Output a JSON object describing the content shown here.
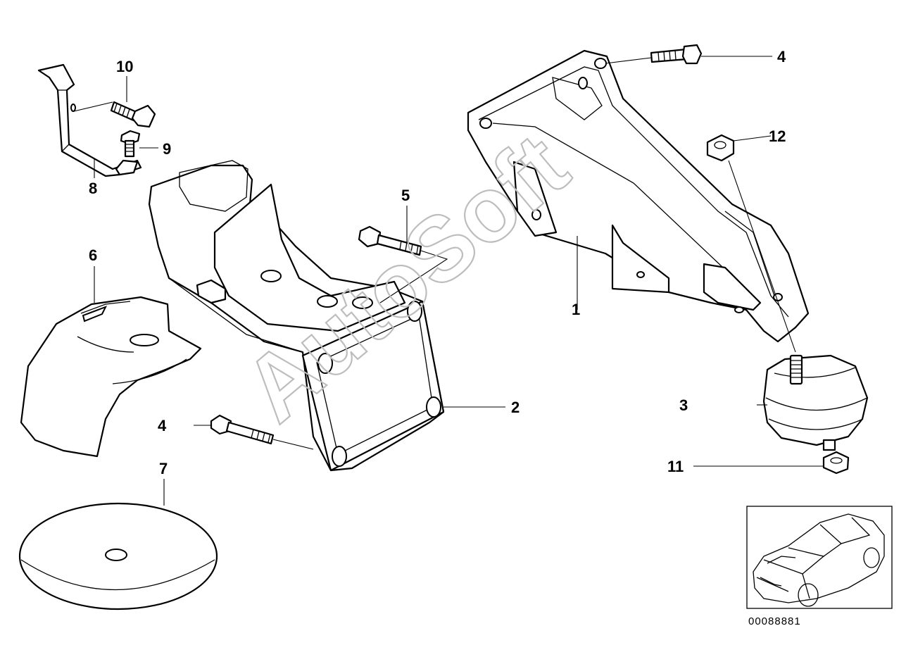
{
  "diagram": {
    "labels": {
      "l1": "1",
      "l2": "2",
      "l3": "3",
      "l4_top": "4",
      "l4_left": "4",
      "l5": "5",
      "l6": "6",
      "l7": "7",
      "l8": "8",
      "l9": "9",
      "l10": "10",
      "l11": "11",
      "l12": "12"
    },
    "watermark": "AutoSoft",
    "diagram_code": "00088881"
  }
}
